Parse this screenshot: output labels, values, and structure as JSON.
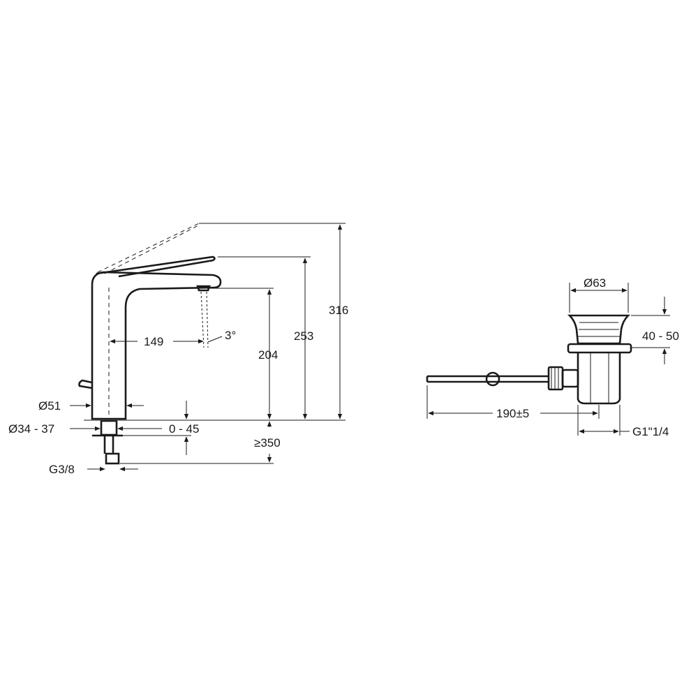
{
  "faucet": {
    "dims": {
      "total_height": "316",
      "lever_height": "253",
      "spout_height": "204",
      "reach": "149",
      "angle": "3°",
      "body_diameter": "Ø51",
      "hole_diameter": "Ø34 - 37",
      "deck_thickness": "0 - 45",
      "hose_length": "≥350",
      "connection": "G3/8"
    }
  },
  "waste": {
    "dims": {
      "top_diameter": "Ø63",
      "range": "40 - 50",
      "rod_length": "190±5",
      "thread": "G1\"1/4"
    }
  }
}
